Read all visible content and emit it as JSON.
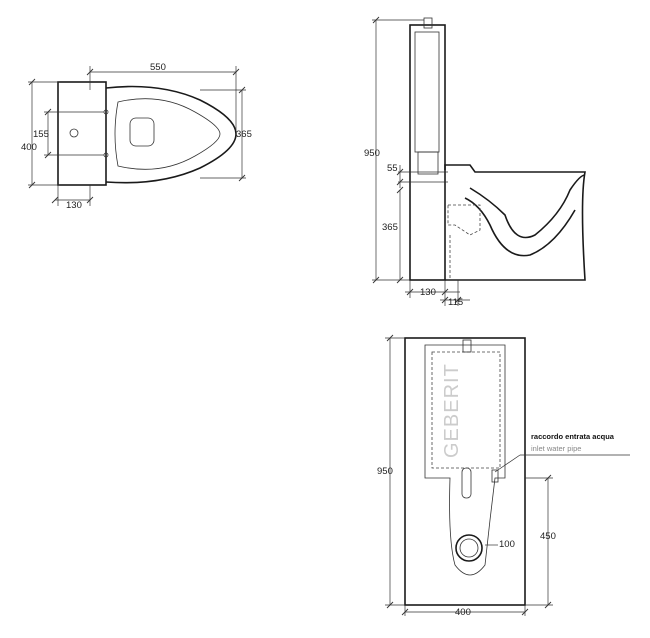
{
  "top_view": {
    "dim_length": "550",
    "dim_width": "365",
    "dim_depth_total": "400",
    "dim_hole_spacing": "155",
    "dim_tank_depth": "130"
  },
  "side_view": {
    "dim_height": "950",
    "dim_outlet_height": "365",
    "dim_inlet_offset": "55",
    "dim_tank_depth": "130",
    "dim_outlet_depth": "115"
  },
  "rear_view": {
    "dim_height": "950",
    "dim_width": "400",
    "dim_outlet_offset": "100",
    "dim_inlet_height": "450",
    "brand_watermark": "GEBERIT",
    "note_it": "raccordo entrata acqua",
    "note_en": "inlet water pipe"
  }
}
